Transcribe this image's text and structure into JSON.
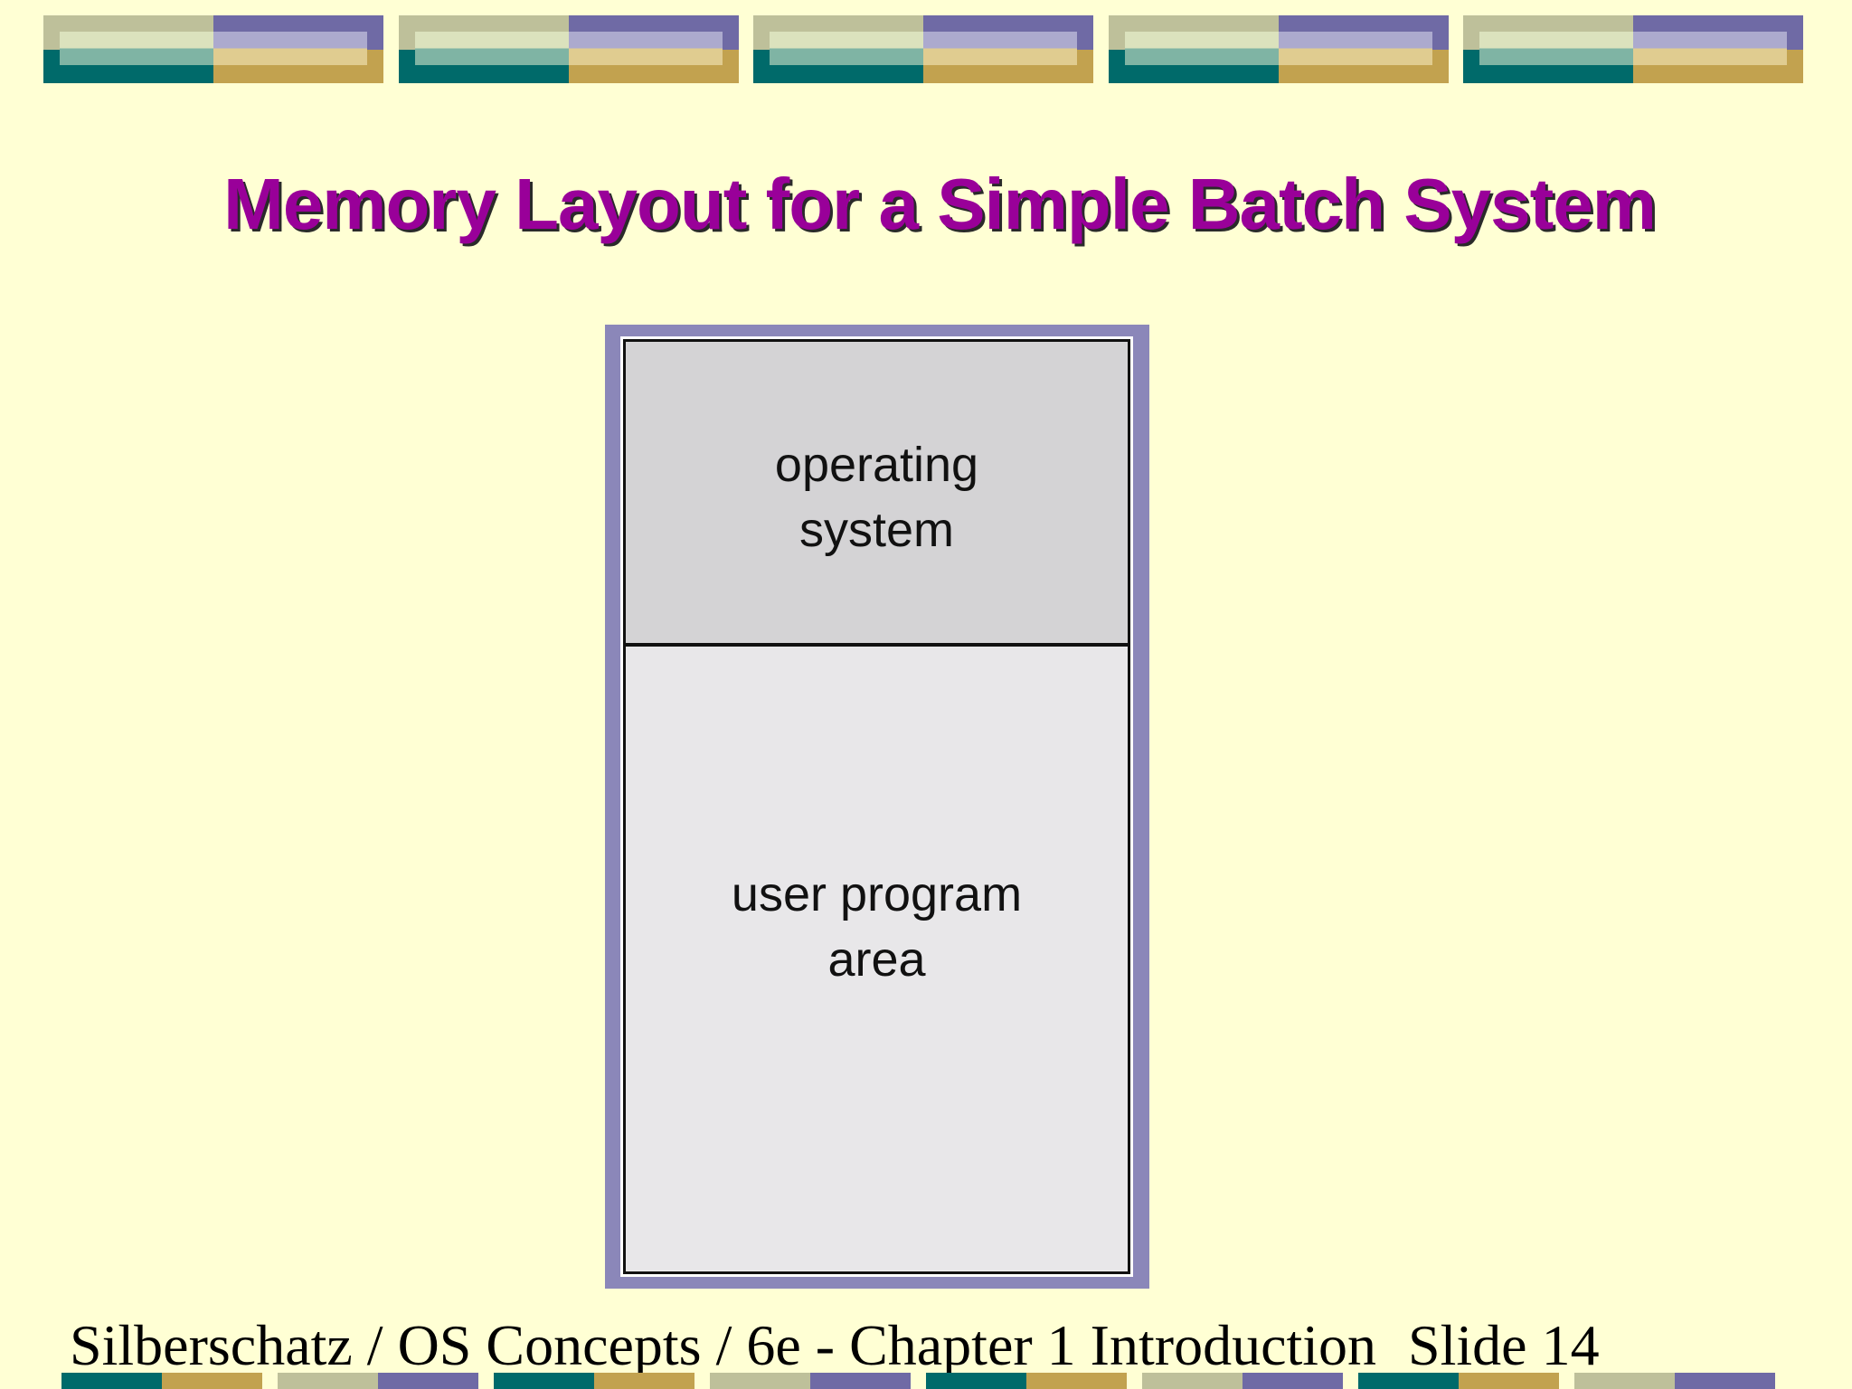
{
  "slide": {
    "title": "Memory Layout for a Simple Batch System",
    "footer": "Silberschatz /  OS Concepts / 6e - Chapter 1 Introduction",
    "slide_number": "Slide 14"
  },
  "diagram": {
    "regions": [
      {
        "lines": [
          "operating",
          "system"
        ],
        "color": "#D4D3D5"
      },
      {
        "lines": [
          "user program",
          "area"
        ],
        "color": "#E8E7E9"
      }
    ],
    "frame_color": "#8B87B9"
  },
  "theme": {
    "background": "#FFFFD4",
    "title_color": "#990099",
    "band_colors": [
      "#BEC09A",
      "#6F6AA5",
      "#006A6A",
      "#C2A24F"
    ]
  }
}
